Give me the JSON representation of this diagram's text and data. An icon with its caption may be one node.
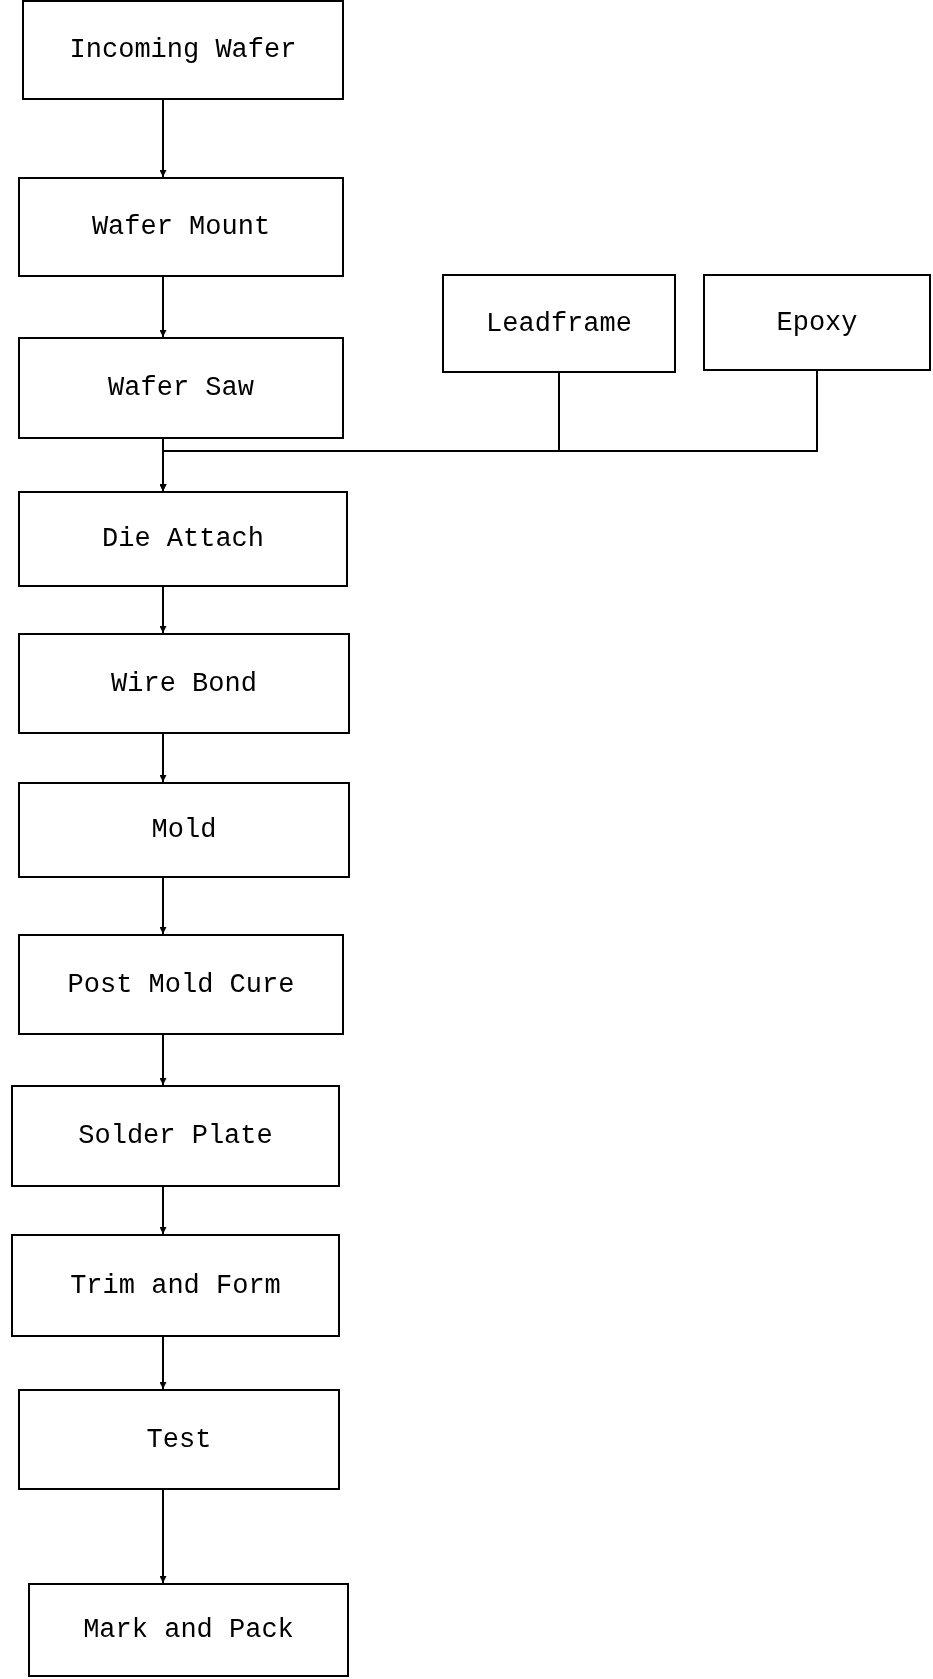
{
  "diagram": {
    "nodes": [
      {
        "text": [
          "Incoming Wafer"
        ]
      },
      {
        "text": [
          "Wafer Mount"
        ]
      },
      {
        "text": [
          "Wafer Saw"
        ]
      },
      {
        "text": [
          "Leadframe"
        ]
      },
      {
        "text": [
          "Epoxy"
        ]
      },
      {
        "text": [
          "Die Attach"
        ]
      },
      {
        "text": [
          "Wire Bond"
        ]
      },
      {
        "text": [
          "Mold"
        ]
      },
      {
        "text": [
          "Post Mold Cure"
        ]
      },
      {
        "text": [
          "Solder Plate"
        ]
      },
      {
        "text": [
          "Trim and Form"
        ]
      },
      {
        "text": [
          "Test"
        ]
      },
      {
        "text": [
          "Mark and Pack"
        ]
      }
    ],
    "edges": [
      {
        "from": 0,
        "to": 1,
        "arrow": "to"
      },
      {
        "from": 1,
        "to": 2,
        "arrow": "to"
      },
      {
        "from": 2,
        "to": 5,
        "arrow": "to"
      },
      {
        "from": 3,
        "to": 5,
        "arrow": "to"
      },
      {
        "from": 4,
        "to": 5,
        "arrow": "to"
      },
      {
        "from": 5,
        "to": 6,
        "arrow": "to"
      },
      {
        "from": 6,
        "to": 7,
        "arrow": "to"
      },
      {
        "from": 7,
        "to": 8,
        "arrow": "to"
      },
      {
        "from": 8,
        "to": 9,
        "arrow": "to"
      },
      {
        "from": 9,
        "to": 10,
        "arrow": "to"
      },
      {
        "from": 10,
        "to": 11,
        "arrow": "to"
      },
      {
        "from": 11,
        "to": 12,
        "arrow": "to"
      }
    ]
  }
}
